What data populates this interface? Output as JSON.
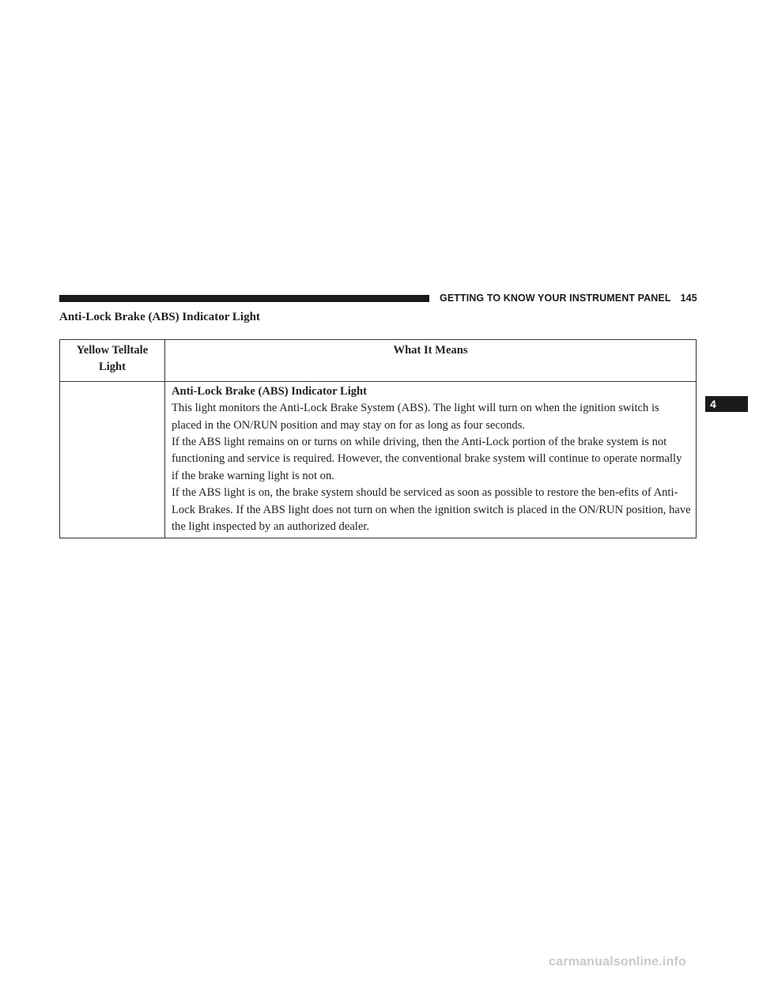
{
  "header": {
    "section": "GETTING TO KNOW YOUR INSTRUMENT PANEL",
    "page_number": "145"
  },
  "section_title": "Anti-Lock Brake (ABS) Indicator Light",
  "table": {
    "headers": [
      "Yellow Telltale Light",
      "What It Means"
    ],
    "rows": [
      {
        "light": "",
        "title": "Anti-Lock Brake (ABS) Indicator Light",
        "paragraphs": [
          "This light monitors the Anti-Lock Brake System (ABS). The light will turn on when the ignition switch is placed in the ON/RUN position and may stay on for as long as four seconds.",
          "If the ABS light remains on or turns on while driving, then the Anti-Lock portion of the brake system is not functioning and service is required. However, the conventional brake system will continue to operate normally if the brake warning light is not on.",
          "If the ABS light is on, the brake system should be serviced as soon as possible to restore the ben-efits of Anti-Lock Brakes. If the ABS light does not turn on when the ignition switch is placed in the ON/RUN position, have the light inspected by an authorized dealer."
        ]
      }
    ]
  },
  "chapter_tab": "4",
  "watermark": "carmanualsonline.info"
}
